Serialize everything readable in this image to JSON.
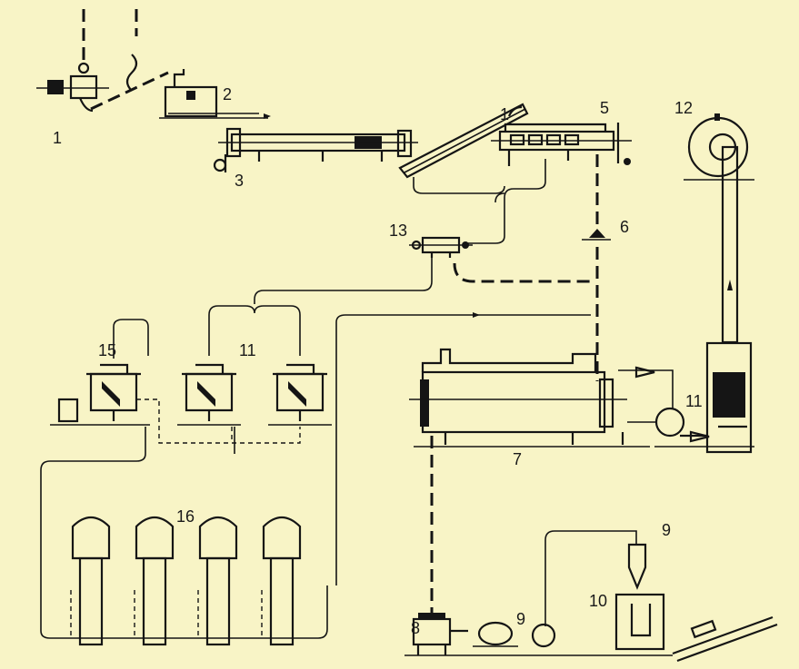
{
  "diagram": {
    "labels": {
      "l1a": "1",
      "l2": "2",
      "l1b": "1",
      "l5": "5",
      "l3": "3",
      "l12": "12",
      "l13": "13",
      "l6": "6",
      "l15": "15",
      "l11a": "11",
      "l11b": "11",
      "l7": "7",
      "l16": "16",
      "l9a": "9",
      "l9b": "9",
      "l10": "10",
      "l8": "8"
    },
    "colors": {
      "background": "#f8f4c6",
      "ink": "#151515"
    }
  }
}
